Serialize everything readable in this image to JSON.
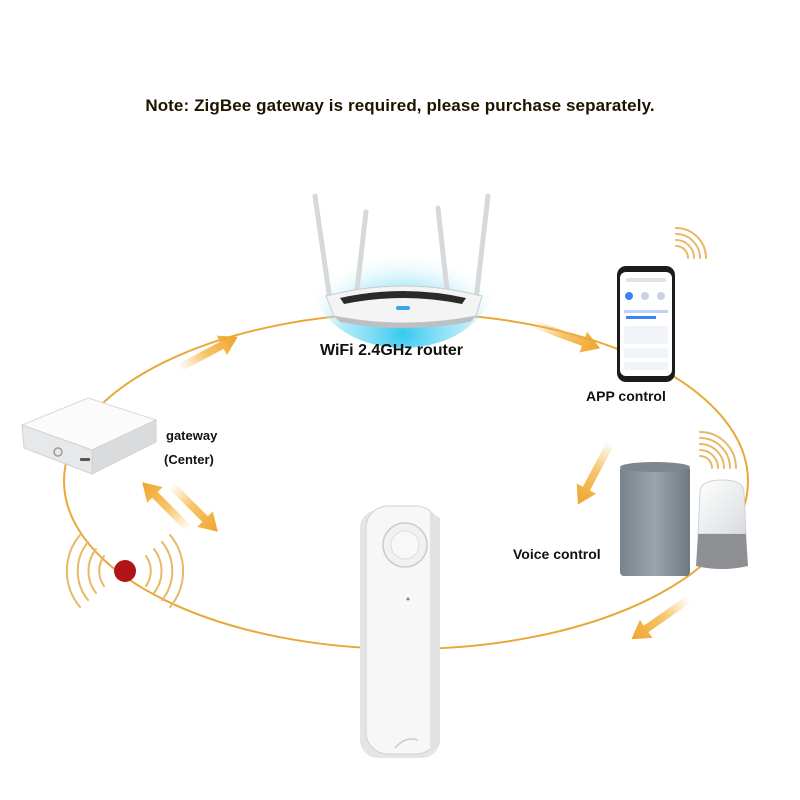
{
  "note": "Note: ZigBee gateway is required, please purchase separately.",
  "labels": {
    "router": "WiFi 2.4GHz router",
    "app": "APP control",
    "gateway": "gateway",
    "gateway_sub": "(Center)",
    "voice": "Voice control"
  },
  "colors": {
    "ring": "#e8a83a",
    "arrow": "#f3b13a",
    "signal_wave": "#e9b867",
    "router_glow": "#5fd3f0",
    "sensor_dot": "#b11414",
    "device_white": "#f2f2f2",
    "speaker_fabric": "#8c969e"
  },
  "icons": [
    "router-icon",
    "smartphone-icon",
    "gateway-hub-icon",
    "smart-speaker-icon",
    "smart-display-speaker-icon",
    "wireless-switch-icon",
    "signal-waves-icon",
    "sensor-dot-icon"
  ]
}
